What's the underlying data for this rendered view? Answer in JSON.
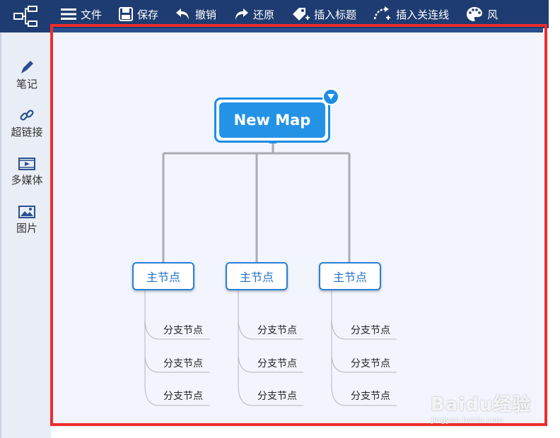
{
  "toolbar": {
    "file": "文件",
    "save": "保存",
    "undo": "撤销",
    "redo": "还原",
    "insert_topic": "插入标题",
    "insert_relation": "插入关连线",
    "style": "风"
  },
  "sidebar": {
    "items": [
      {
        "label": "笔记",
        "icon": "pen-icon"
      },
      {
        "label": "超链接",
        "icon": "link-icon"
      },
      {
        "label": "多媒体",
        "icon": "film-icon"
      },
      {
        "label": "图片",
        "icon": "image-icon"
      }
    ]
  },
  "mindmap": {
    "central": "New Map",
    "main_nodes": [
      {
        "label": "主节点",
        "children": [
          "分支节点",
          "分支节点",
          "分支节点"
        ]
      },
      {
        "label": "主节点",
        "children": [
          "分支节点",
          "分支节点",
          "分支节点"
        ]
      },
      {
        "label": "主节点",
        "children": [
          "分支节点",
          "分支节点",
          "分支节点"
        ]
      }
    ]
  },
  "watermark": {
    "brand": "Baidu经验",
    "url": "jingyan.baidu.com"
  },
  "colors": {
    "topbar": "#1e3c71",
    "accent": "#1e8de6",
    "canvas": "#f2f5fd",
    "highlight_frame": "#ee2c2c"
  }
}
